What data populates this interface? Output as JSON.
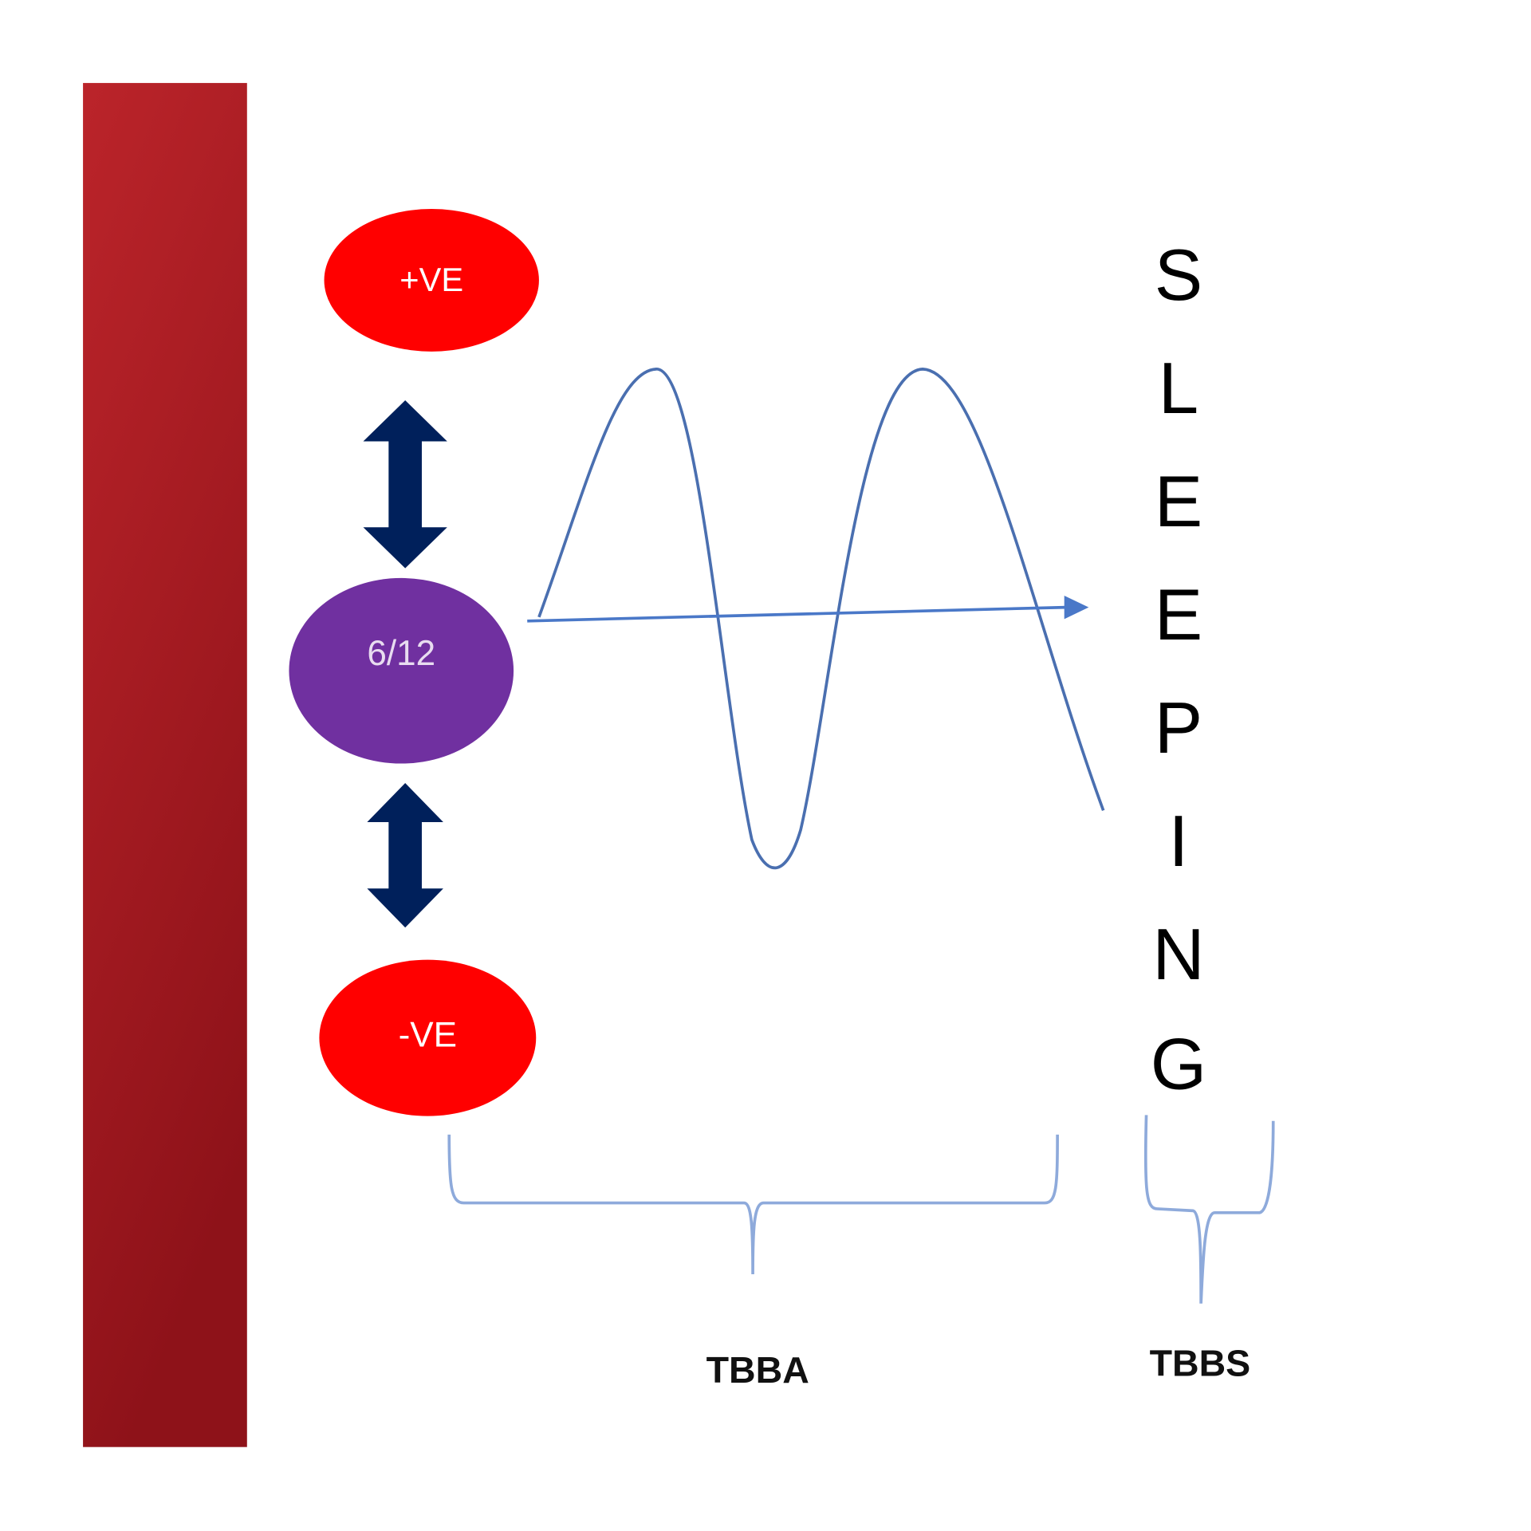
{
  "nodes": {
    "positive": {
      "label": "+VE",
      "color": "#ff0000"
    },
    "center": {
      "label": "6/12",
      "color": "#7030a0"
    },
    "negative": {
      "label": "-VE",
      "color": "#ff0000"
    }
  },
  "side_bar": {
    "color_top": "#bb242a",
    "color_bottom": "#8e1219"
  },
  "arrow_color": "#00205b",
  "wave_color": "#4a6fb0",
  "vertical_word": [
    "S",
    "L",
    "E",
    "E",
    "P",
    "I",
    "N",
    "G"
  ],
  "braces": {
    "tbba": {
      "label": "TBBA"
    },
    "tbbs": {
      "label": "TBBS"
    },
    "color": "#8eaadb"
  }
}
